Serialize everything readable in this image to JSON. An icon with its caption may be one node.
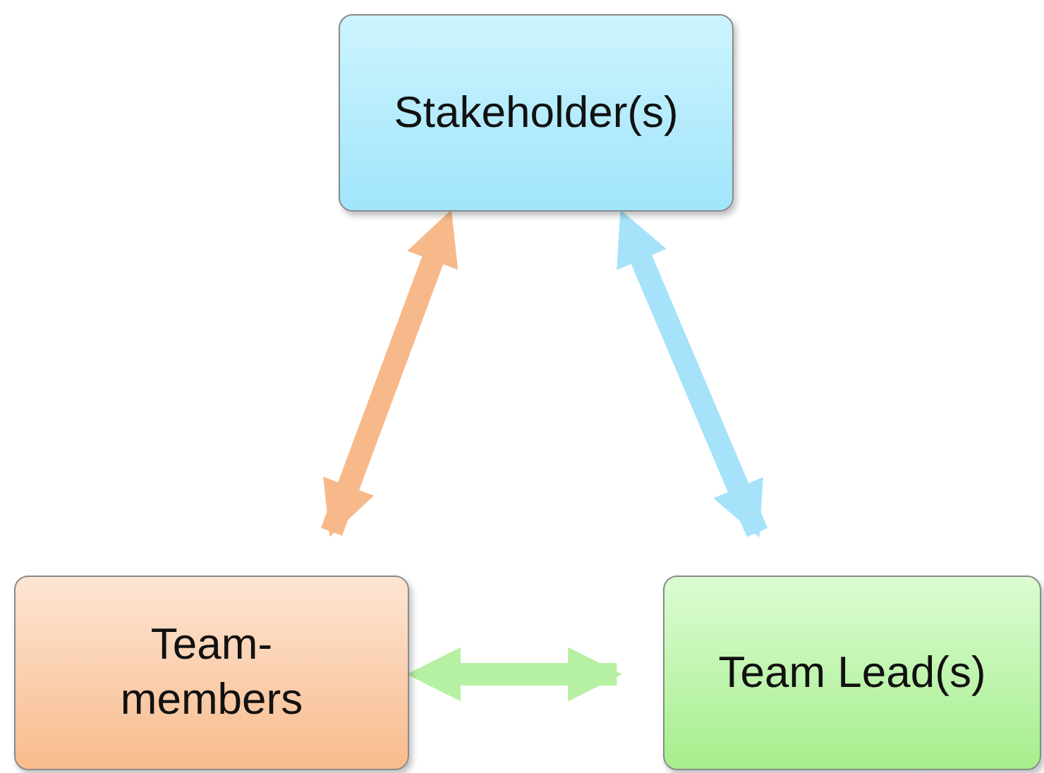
{
  "diagram": {
    "nodes": [
      {
        "text": [
          "Stakeholder(s)"
        ]
      },
      {
        "text": [
          "Team- members"
        ]
      },
      {
        "text": [
          "Team Lead(s)"
        ]
      }
    ],
    "edges": [
      {
        "from": 0,
        "to": 1,
        "arrow": "both",
        "color": "#f8b98a"
      },
      {
        "from": 0,
        "to": 2,
        "arrow": "both",
        "color": "#a6e3fa"
      },
      {
        "from": 1,
        "to": 2,
        "arrow": "both",
        "color": "#b6f0a3"
      }
    ]
  }
}
